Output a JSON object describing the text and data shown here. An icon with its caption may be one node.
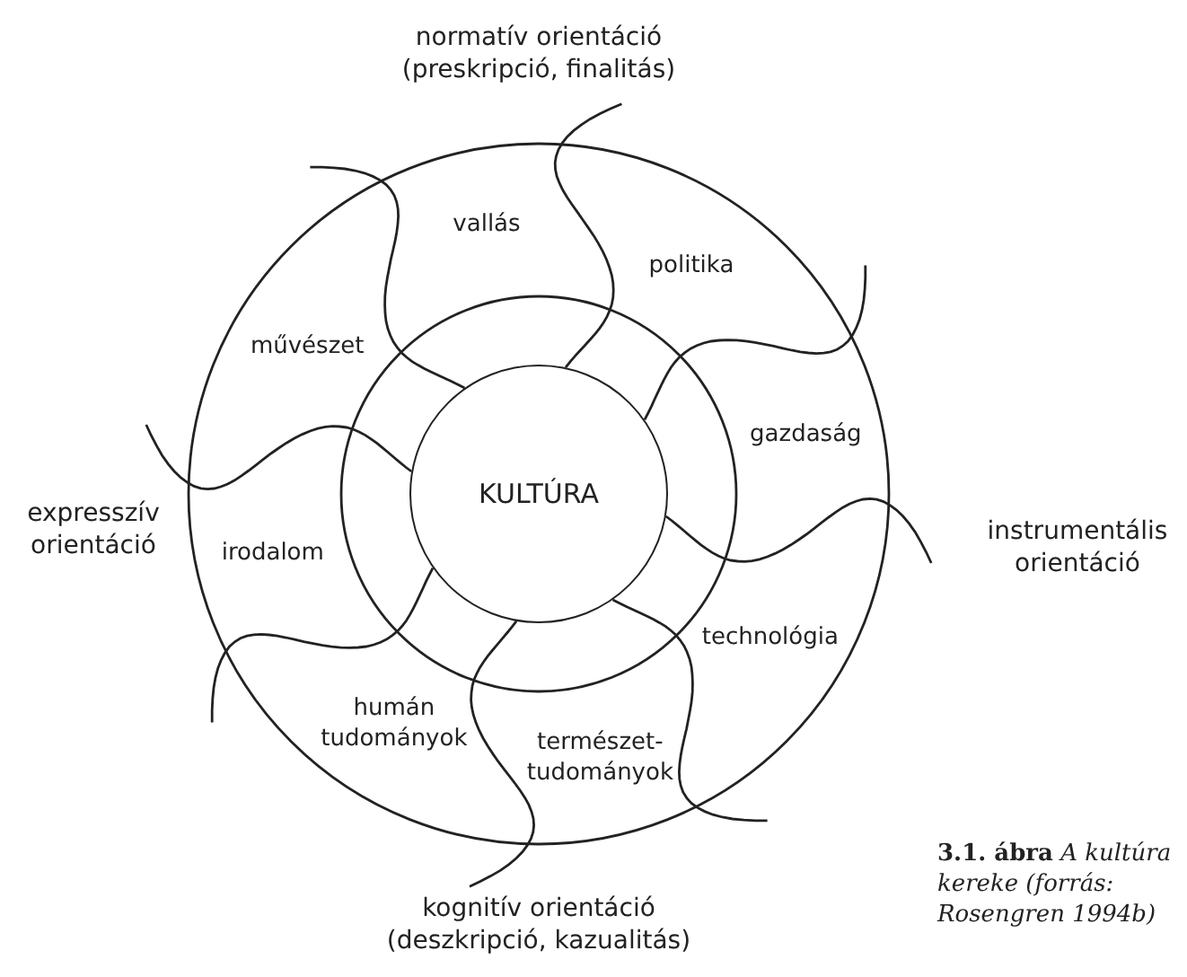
{
  "diagram": {
    "caption": "**3.1. ábra** *A kultúra kereke (forrás: Rosengren 1994b)*",
    "nodes": [
      {
        "text": [
          "KULTÚRA"
        ]
      }
    ],
    "edges": [],
    "labels": [
      "normatív orientáció (preskripció, finalitás)",
      "vallás",
      "politika",
      "művészet",
      "gazdaság",
      "expresszív orientáció",
      "instrumentális orientáció",
      "irodalom",
      "technológia",
      "humán tudományok",
      "természet-tudományok",
      "kognitív orientáció (deszkripció, kazualitás)"
    ]
  }
}
